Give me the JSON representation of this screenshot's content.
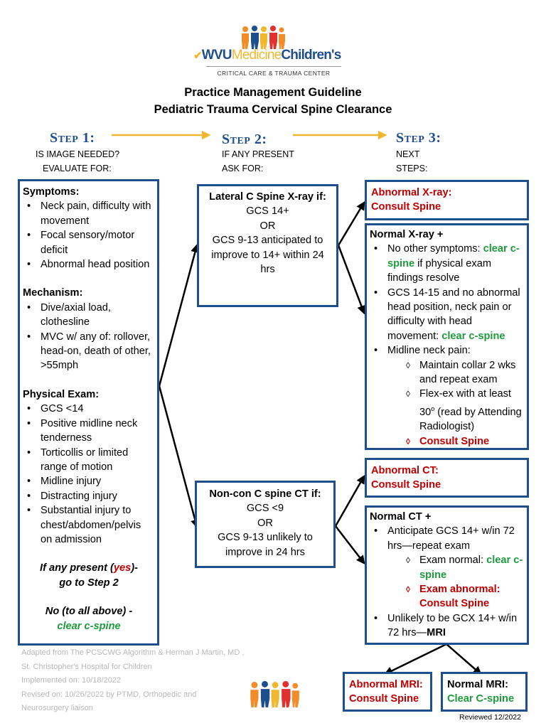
{
  "header": {
    "brand_wvu": "WVU",
    "brand_medicine": "Medicine",
    "brand_childrens": "Children's",
    "center": "CRITICAL CARE & TRAUMA CENTER",
    "title1": "Practice Management Guideline",
    "title2": "Pediatric Trauma Cervical Spine Clearance"
  },
  "colors": {
    "blue": "#1f4e8c",
    "red": "#c00000",
    "green": "#1e9b3c",
    "gold": "#f2b82d"
  },
  "steps": [
    {
      "title": "Step 1:",
      "sub1": "IS IMAGE NEEDED?",
      "sub2": "EVALUATE FOR:"
    },
    {
      "title": "Step 2:",
      "sub1": "IF ANY PRESENT",
      "sub2": "ASK FOR:"
    },
    {
      "title": "Step 3:",
      "sub1": "NEXT",
      "sub2": "STEPS:"
    }
  ],
  "step1": {
    "symptoms_head": "Symptoms:",
    "symptoms": [
      "Neck pain, difficulty with movement",
      "Focal sensory/motor deficit",
      "Abnormal head position"
    ],
    "mechanism_head": "Mechanism:",
    "mechanism": [
      "Dive/axial load, clothesline",
      "MVC w/ any of: rollover, head-on, death of other, >55mph"
    ],
    "exam_head": "Physical Exam:",
    "exam": [
      "GCS <14",
      "Positive midline neck tenderness",
      "Torticollis or limited range of motion",
      "Midline injury",
      "Distracting injury",
      "Substantial injury to chest/abdomen/pelvis on admission"
    ],
    "if_pre": "If any present (",
    "if_yes": "yes",
    "if_post": ")-",
    "go_step2": "go to Step 2",
    "no_all": "No (to all above) -",
    "clear": "clear c-spine"
  },
  "xray_box": {
    "head": "Lateral C Spine X-ray if:",
    "l1": "GCS 14+",
    "l2": "OR",
    "l3": "GCS 9-13 anticipated to improve to 14+ within 24 hrs"
  },
  "ct_box": {
    "head": "Non-con C spine CT if:",
    "l1": "GCS <9",
    "l2": "OR",
    "l3": "GCS 9-13 unlikely to improve in 24 hrs"
  },
  "abn_xray": {
    "l1": "Abnormal X-ray:",
    "l2": "Consult Spine"
  },
  "normal_xray": {
    "head": "Normal X-ray +",
    "i1_pre": "No other symptoms: ",
    "i1_green": "clear c-spine",
    "i1_post": " if physical exam findings resolve",
    "i2_pre": "GCS 14-15 and no abnormal head position, neck pain or difficulty with head movement: ",
    "i2_green": "clear c-spine",
    "i3": "Midline neck pain:",
    "sub1": "Maintain collar 2 wks and repeat exam",
    "sub2_a": "Flex-ex with at least 30",
    "sub2_deg": "o",
    "sub2_b": " (read by Attending Radiologist)",
    "sub3": "Consult Spine"
  },
  "abn_ct": {
    "l1": "Abnormal CT:",
    "l2": "Consult Spine"
  },
  "normal_ct": {
    "head": "Normal CT +",
    "i1": "Anticipate GCS 14+ w/in 72 hrs—repeat exam",
    "sub1_pre": "Exam normal: ",
    "sub1_green": "clear c-spine",
    "sub2": "Exam abnormal: Consult Spine",
    "i2_pre": "Unlikely to be GCX 14+ w/in 72 hrs—",
    "i2_bold": "MRI"
  },
  "abn_mri": {
    "l1": "Abnormal MRI:",
    "l2": "Consult Spine"
  },
  "normal_mri": {
    "l1": "Normal MRI:",
    "l2": "Clear C-spine"
  },
  "footer": {
    "l1": "Adapted from The PCSCWG Algorithm & Herman J Martin, MD ,",
    "l2": "St. Christopher's Hospital for Children",
    "l3": "Implemented on: 10/18/2022",
    "l4": "Revised on: 10/26/2022 by PTMD, Orthopedic and",
    "l5": "Neurosurgery liaison",
    "reviewed": "Reviewed 12/2022"
  }
}
